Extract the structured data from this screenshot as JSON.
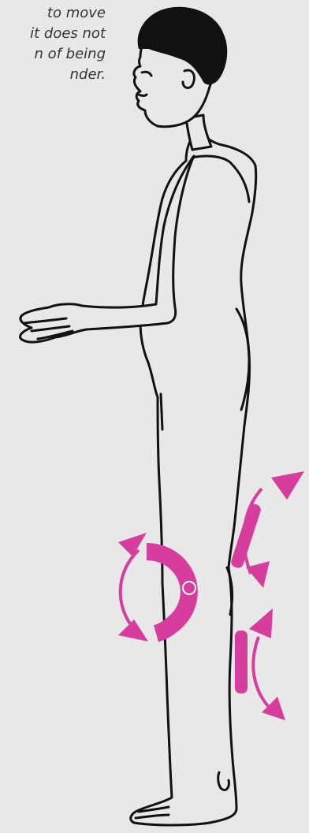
{
  "caption": {
    "lines": [
      "to move",
      "it does not",
      "n of being",
      "nder."
    ]
  },
  "colors": {
    "background": "#e8e8e8",
    "outline": "#111111",
    "accent": "#d63d9c"
  },
  "icons": [
    "child-figure",
    "flexion-arrow-icon",
    "extension-arrow-icon",
    "knee-joint-icon"
  ]
}
